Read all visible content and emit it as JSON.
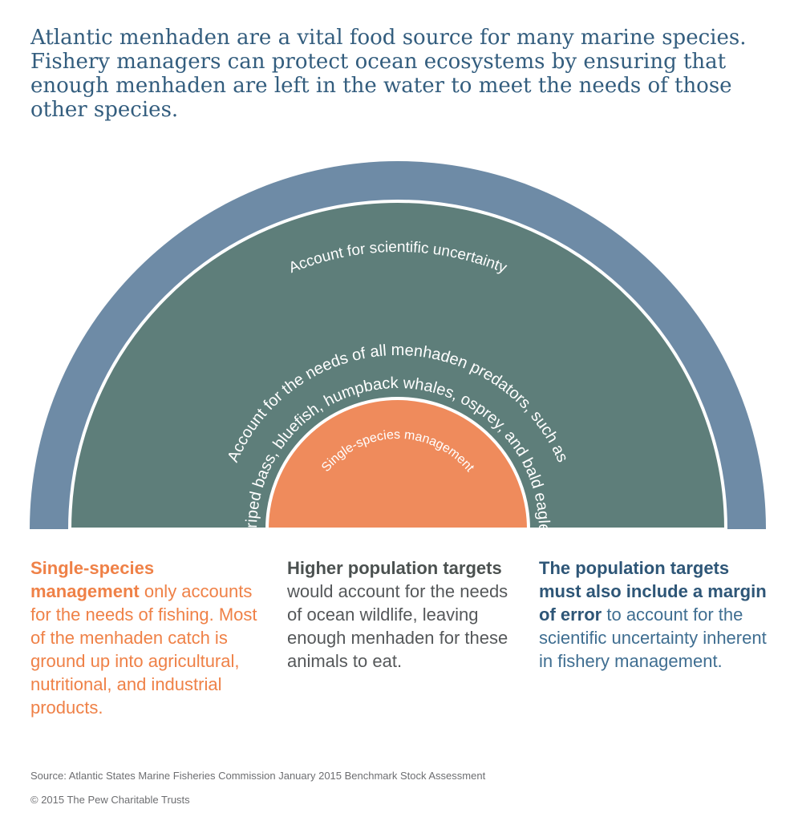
{
  "headline": "Atlantic menhaden are a vital food source for many marine species. Fishery managers can protect ocean ecosystems by ensuring that enough menhaden are left in the water to meet the needs of those other species.",
  "diagram": {
    "outer_label": "Account for scientific uncertainty",
    "middle_label_line1": "Account for the needs of all menhaden predators, such as",
    "middle_label_line2": "striped bass, bluefish, humpback whales, osprey, and bald eagles",
    "inner_label": "Single-species management",
    "colors": {
      "outer": "#6e8ba6",
      "middle": "#5e7e7a",
      "inner": "#ef8b5c",
      "separator": "#ffffff"
    }
  },
  "columns": {
    "left": {
      "bold": "Single-species management",
      "text": " only accounts for the needs of fishing. Most of the menhaden catch is ground up into agricultural, nutritional, and industrial products."
    },
    "middle": {
      "bold": "Higher population targets",
      "text": " would account for the needs of ocean wildlife, leaving enough menhaden for these animals to eat."
    },
    "right": {
      "bold": "The population targets must also include a margin of error",
      "text": " to account for the scientific uncertainty inherent in fishery management."
    }
  },
  "source": "Source:  Atlantic States Marine Fisheries Commission January 2015 Benchmark Stock Assessment",
  "copyright": "© 2015 The Pew Charitable Trusts"
}
